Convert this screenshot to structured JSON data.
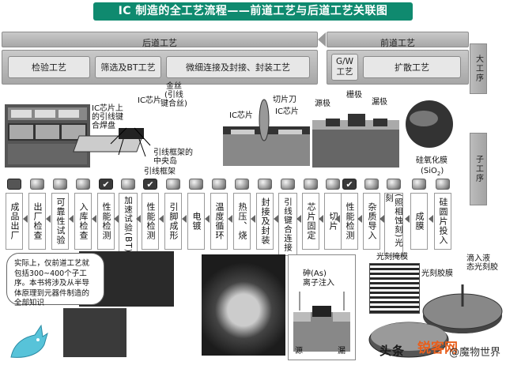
{
  "title": "IC 制造的全工艺流程——前道工艺与后道工艺关联图",
  "bands": {
    "backend_label": "后道工艺",
    "frontend_label": "前道工艺"
  },
  "process_boxes": {
    "inspection": "检验工艺",
    "screening": "筛选及BT工艺",
    "micro_bonding": "微细连接及封接、封装工艺",
    "gw": "G/W\n工艺",
    "diffusion": "扩散工艺"
  },
  "side_tags": {
    "major": "大工序",
    "sub": "子工序"
  },
  "illustration_captions": {
    "ic_chip_pad": "IC芯片上\n的引线键\n合焊盘",
    "ic_chip_a": "IC芯片",
    "gold_wire": "金丝\n(引线\n键合丝)",
    "leadframe_island": "引线框架的\n中央岛",
    "leadframe": "引线框架",
    "ic_chip_b": "IC芯片",
    "dicing_blade": "切片刀",
    "ic_chip_c": "IC芯片",
    "gate": "栅极",
    "source": "源极",
    "drain": "漏极",
    "oxide": "硅氧化膜",
    "oxide_formula": "(SiO",
    "oxide_sub": "2",
    "oxide_close": ")",
    "arsenic": "砷(As)",
    "ion_implant": "离子注入",
    "src2": "源",
    "drn2": "漏",
    "mask": "光刻掩模",
    "photoresist": "光刻胶膜",
    "drip": "滴入液\n态光刻胶"
  },
  "steps": [
    {
      "label": "成品出厂",
      "icon": "book"
    },
    {
      "label": "出厂检查",
      "icon": "ball"
    },
    {
      "label": "可靠性试验",
      "icon": "ball"
    },
    {
      "label": "入库检查",
      "icon": "ball"
    },
    {
      "label": "性能检测",
      "icon": "check"
    },
    {
      "label": "加速试验(BT)",
      "icon": "ball"
    },
    {
      "label": "性能检测",
      "icon": "check"
    },
    {
      "label": "引脚成形",
      "icon": "ball"
    },
    {
      "label": "电镀",
      "icon": "ball"
    },
    {
      "label": "温度循环",
      "icon": "ball"
    },
    {
      "label": "热压、烧",
      "icon": "ball"
    },
    {
      "label": "封接及封装",
      "icon": "ball"
    },
    {
      "label": "引线键合连接",
      "icon": "ball"
    },
    {
      "label": "芯片固定",
      "icon": "ball"
    },
    {
      "label": "切片",
      "icon": "ball"
    },
    {
      "label": "性能检测",
      "icon": "check"
    },
    {
      "label": "杂质导入",
      "icon": "ball"
    },
    {
      "label": "(照相蚀刻)光刻",
      "icon": "ball"
    },
    {
      "label": "成膜",
      "icon": "ball"
    },
    {
      "label": "硅圆片投入",
      "icon": "ball"
    }
  ],
  "callout": "实际上，仅前道工艺就包括300~400个子工序。本书将涉及从半导体原理到元器件制造的全部知识",
  "watermark": {
    "prefix": "头条",
    "site": "锐客网",
    "suffix": "@魔物世界"
  }
}
